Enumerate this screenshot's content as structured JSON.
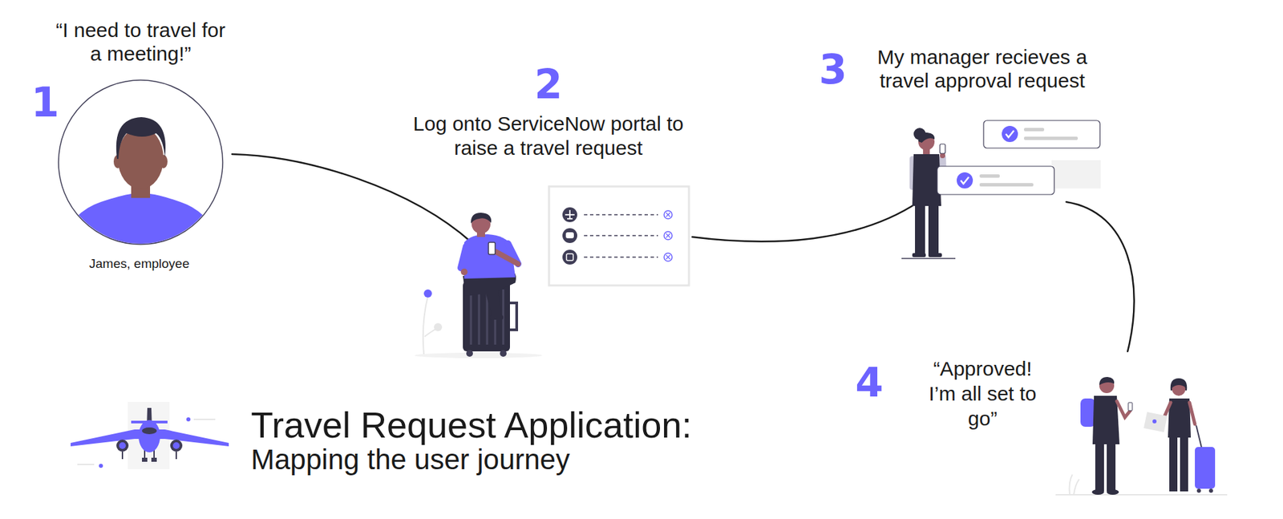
{
  "diagram": {
    "title": "Travel Request Application:",
    "caption": "Mapping the user journey",
    "nodes": [
      {
        "text": [
          "“I need to travel for a meeting!”",
          "James, employee"
        ]
      },
      {
        "text": [
          "Log onto ServiceNow portal to raise a travel request"
        ]
      },
      {
        "text": [
          "My manager recieves a travel approval request"
        ]
      },
      {
        "text": [
          "“Approved! I’m all set to go”"
        ]
      }
    ],
    "edges": [
      {
        "from": 0,
        "to": 1,
        "arrow": "none"
      },
      {
        "from": 1,
        "to": 2,
        "arrow": "none"
      },
      {
        "from": 2,
        "to": 3,
        "arrow": "none"
      }
    ],
    "labels": [
      "1",
      "2",
      "3",
      "4"
    ]
  }
}
